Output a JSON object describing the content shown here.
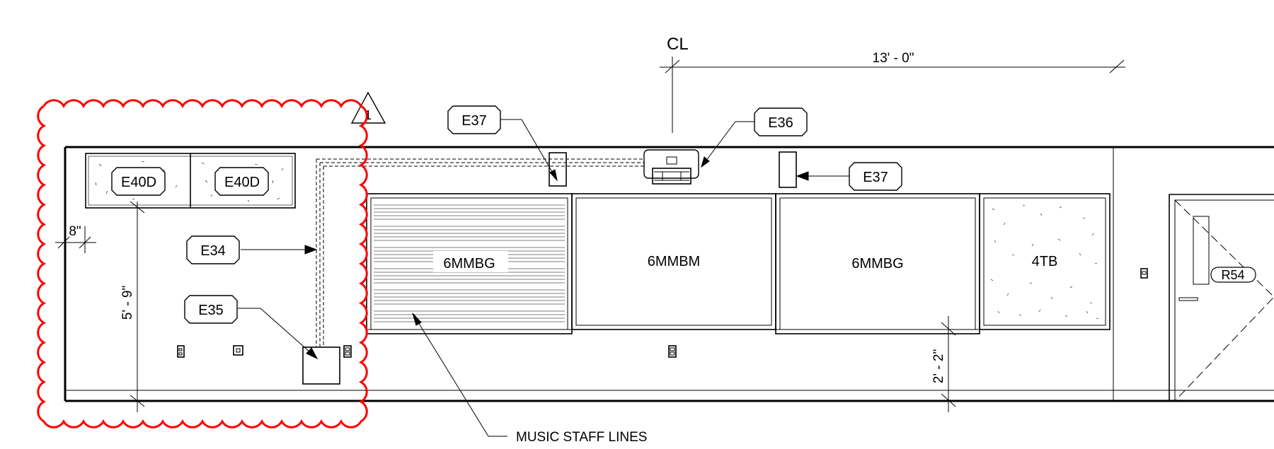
{
  "drawing": {
    "centerline_symbol": "CL",
    "dimensions": {
      "top_width": "13' - 0\"",
      "left_offset": "8\"",
      "vertical_left": "5' - 9\"",
      "vertical_right": "2' - 2\""
    },
    "revision": {
      "number": "1",
      "cloud_color": "#ff0000"
    },
    "tags": [
      {
        "id": "E37",
        "label": "E37"
      },
      {
        "id": "E36",
        "label": "E36"
      },
      {
        "id": "E37b",
        "label": "E37"
      },
      {
        "id": "E40D-a",
        "label": "E40D"
      },
      {
        "id": "E40D-b",
        "label": "E40D"
      },
      {
        "id": "E34",
        "label": "E34"
      },
      {
        "id": "E35",
        "label": "E35"
      }
    ],
    "panels": [
      {
        "label": "6MMBG",
        "finish": "music staff lines"
      },
      {
        "label": "6MMBM",
        "finish": "plain"
      },
      {
        "label": "6MMBG",
        "finish": "plain"
      },
      {
        "label": "4TB",
        "finish": "tackboard"
      }
    ],
    "room_tag": "R54",
    "note": "MUSIC STAFF LINES"
  }
}
